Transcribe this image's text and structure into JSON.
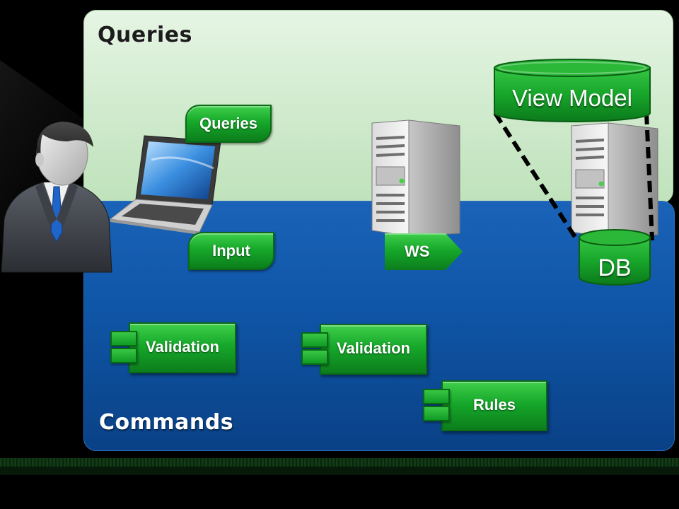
{
  "diagram": {
    "queries_panel": {
      "title": "Queries"
    },
    "commands_panel": {
      "title": "Commands"
    },
    "tags": {
      "queries": "Queries",
      "input": "Input",
      "ws": "WS"
    },
    "components": {
      "validation_client": "Validation",
      "validation_server": "Validation",
      "rules": "Rules"
    },
    "stores": {
      "view_model": "View Model",
      "db": "DB"
    }
  },
  "colors": {
    "queries_panel": "#d4ecd1",
    "commands_panel": "#0f55a6",
    "tag_green": "#16a82a",
    "store_green": "#1a9a2a",
    "link_dash": "#000000"
  },
  "icons": [
    "user-icon",
    "laptop-icon",
    "server-icon",
    "database-icon"
  ]
}
